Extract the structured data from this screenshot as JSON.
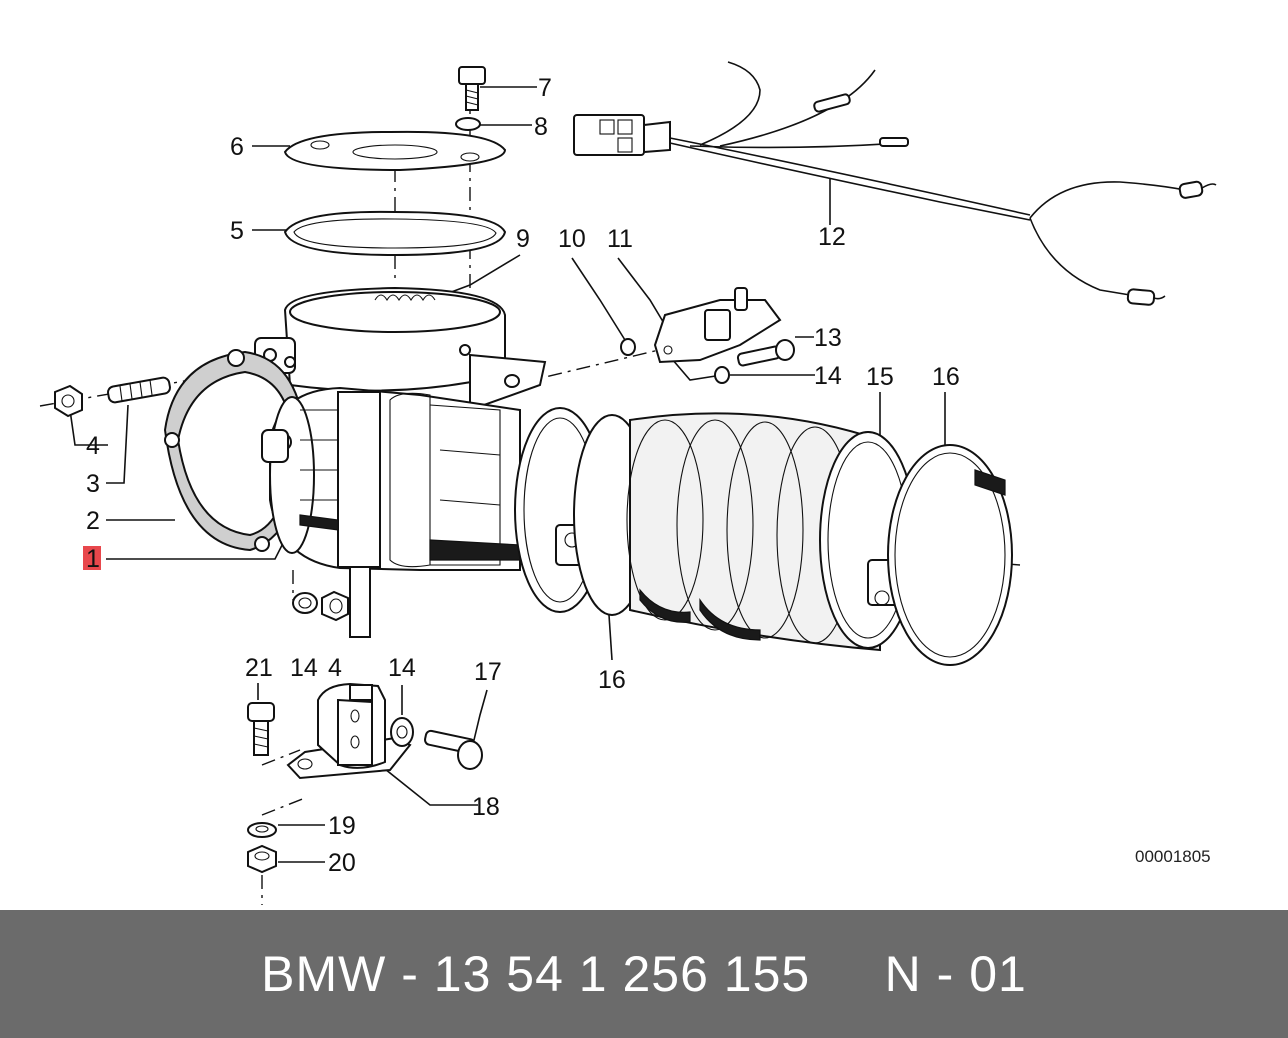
{
  "diagram": {
    "reference_number": "00001805",
    "callouts": [
      {
        "id": "c1",
        "label": "1",
        "highlighted": true
      },
      {
        "id": "c2",
        "label": "2"
      },
      {
        "id": "c3",
        "label": "3"
      },
      {
        "id": "c4a",
        "label": "4"
      },
      {
        "id": "c4b",
        "label": "4"
      },
      {
        "id": "c5",
        "label": "5"
      },
      {
        "id": "c6",
        "label": "6"
      },
      {
        "id": "c7",
        "label": "7"
      },
      {
        "id": "c8",
        "label": "8"
      },
      {
        "id": "c9",
        "label": "9"
      },
      {
        "id": "c10",
        "label": "10"
      },
      {
        "id": "c11",
        "label": "11"
      },
      {
        "id": "c12",
        "label": "12"
      },
      {
        "id": "c13",
        "label": "13"
      },
      {
        "id": "c14a",
        "label": "14"
      },
      {
        "id": "c14b",
        "label": "14"
      },
      {
        "id": "c14c",
        "label": "14"
      },
      {
        "id": "c15",
        "label": "15"
      },
      {
        "id": "c16a",
        "label": "16"
      },
      {
        "id": "c16b",
        "label": "16"
      },
      {
        "id": "c17",
        "label": "17"
      },
      {
        "id": "c18",
        "label": "18"
      },
      {
        "id": "c19",
        "label": "19"
      },
      {
        "id": "c20",
        "label": "20"
      },
      {
        "id": "c21",
        "label": "21"
      }
    ],
    "highlight_color": "#e8474c"
  },
  "footer": {
    "text": "BMW - 13 54 1 256 155     N - 01",
    "background_color": "#6b6b6b"
  }
}
